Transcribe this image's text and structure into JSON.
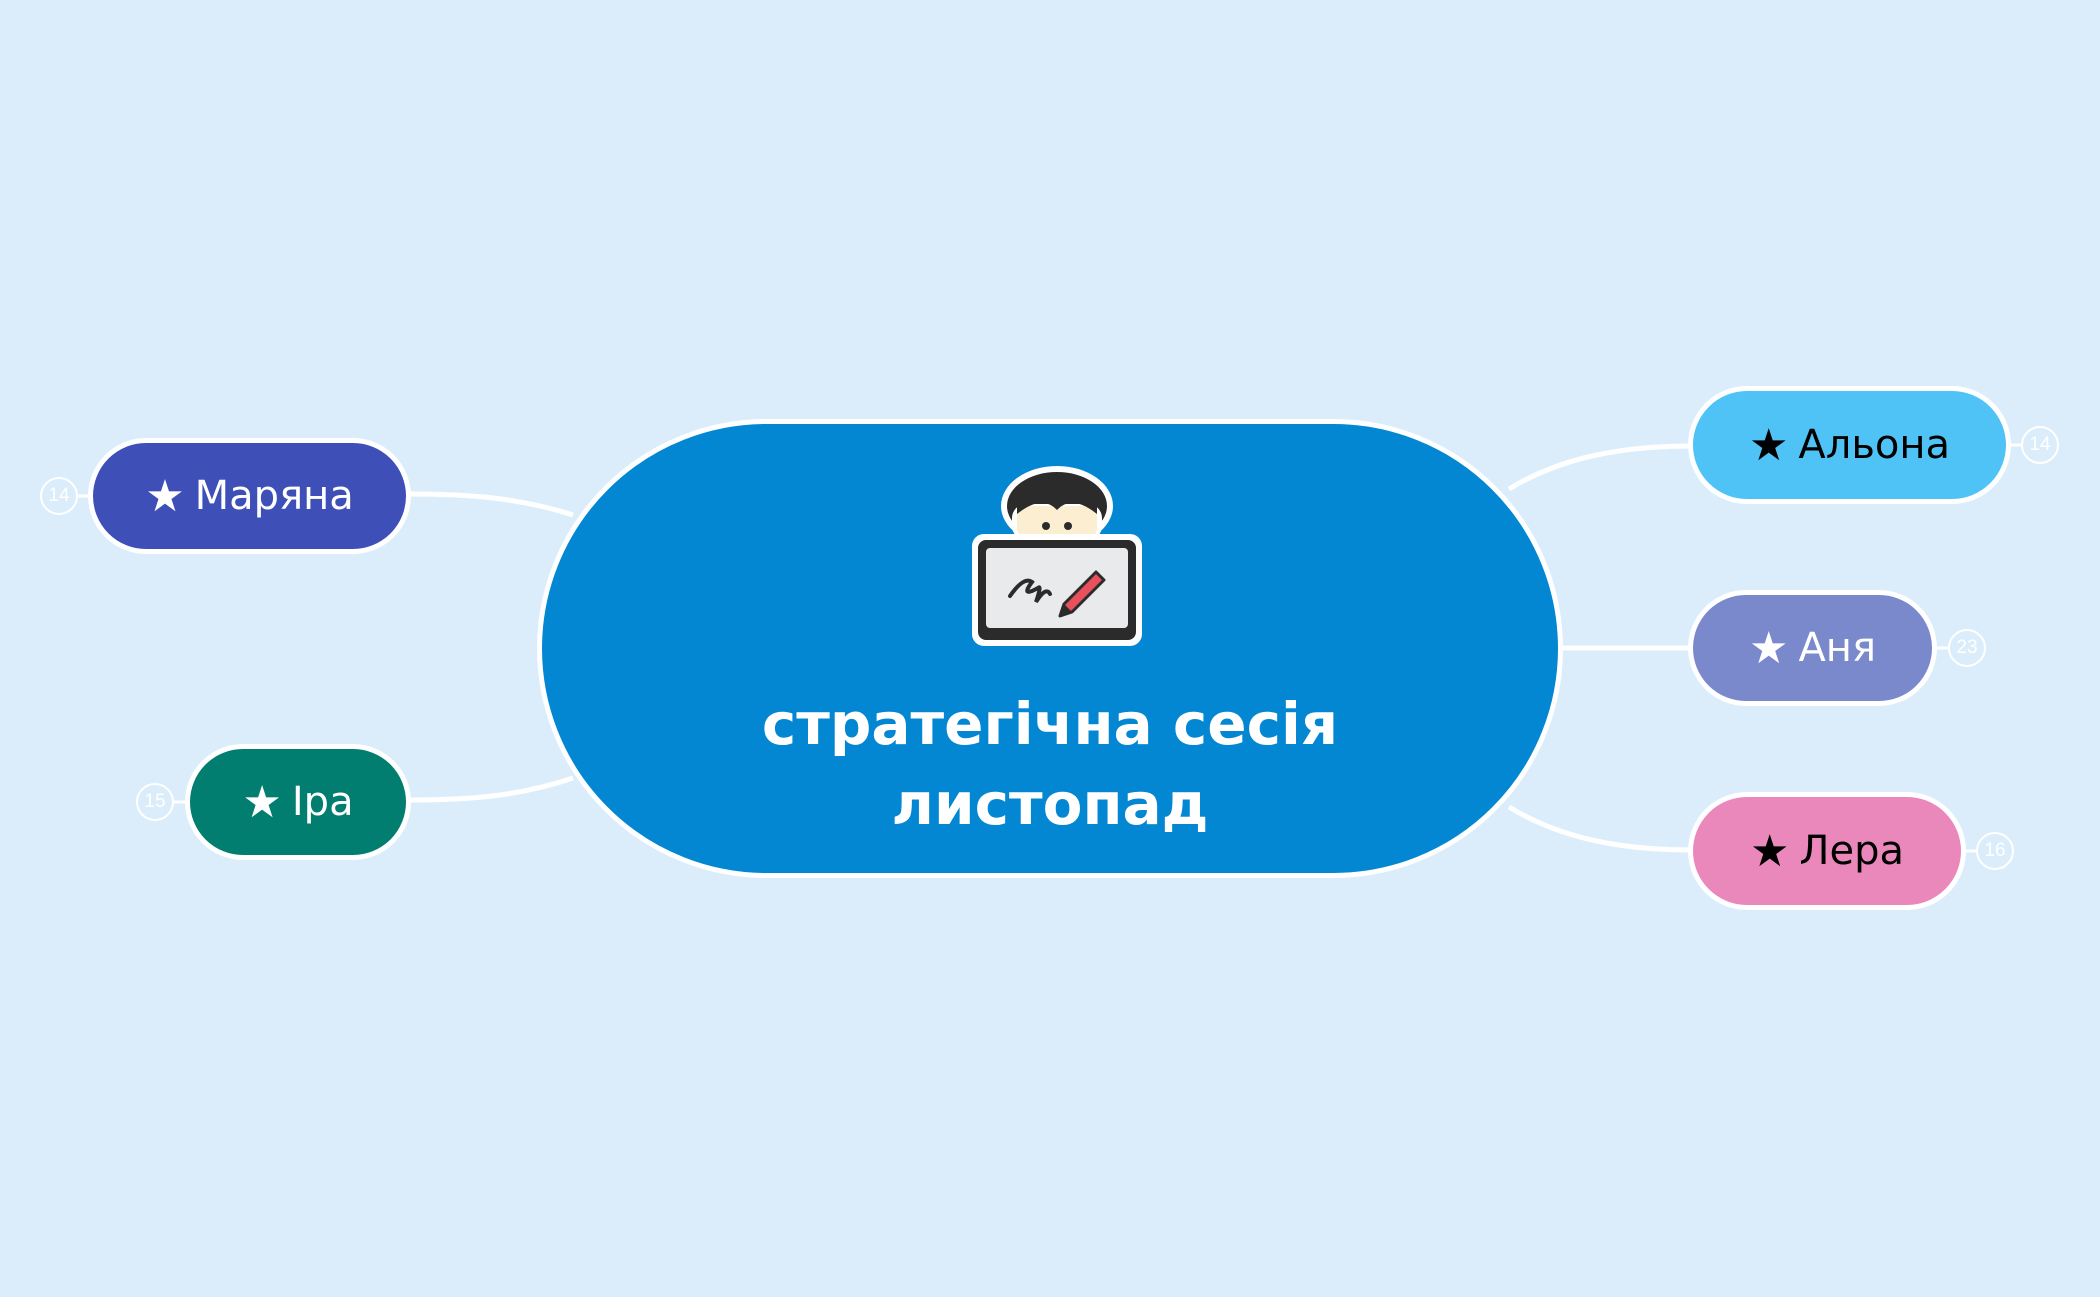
{
  "central": {
    "title_line1": "стратегічна сесія",
    "title_line2": "листопад",
    "icon": "person-drawing-on-board-icon",
    "color": "#0387d3"
  },
  "topics": {
    "maryana": {
      "label": "Маряна",
      "star": "★",
      "badge": "14",
      "color": "#3e4fb7",
      "text_color": "#ffffff"
    },
    "ira": {
      "label": "Іра",
      "star": "★",
      "badge": "15",
      "color": "#027e71",
      "text_color": "#ffffff"
    },
    "alona": {
      "label": "Альона",
      "star": "★",
      "badge": "14",
      "color": "#4fc3f5",
      "text_color": "#000000"
    },
    "anya": {
      "label": "Аня",
      "star": "★",
      "badge": "23",
      "color": "#7a88cc",
      "text_color": "#ffffff"
    },
    "lera": {
      "label": "Лера",
      "star": "★",
      "badge": "16",
      "color": "#ea88bc",
      "text_color": "#000000"
    }
  },
  "background_color": "#dbedfb",
  "connector_color": "#ffffff"
}
